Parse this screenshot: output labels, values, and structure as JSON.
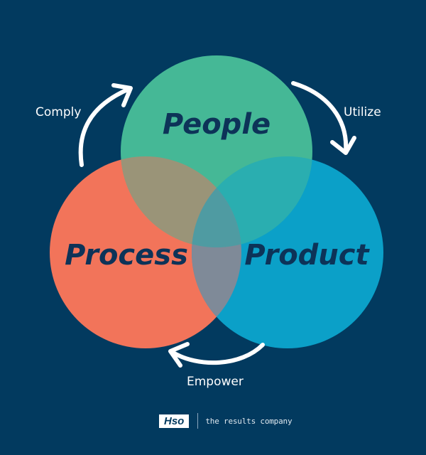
{
  "circles": {
    "people": {
      "label": "People",
      "color": "#45b896"
    },
    "process": {
      "label": "Process",
      "color": "#f2745a"
    },
    "product": {
      "label": "Product",
      "color": "#0ba0c8"
    }
  },
  "arrows": {
    "comply": "Comply",
    "utilize": "Utilize",
    "empower": "Empower"
  },
  "logo": {
    "mark": "Hso",
    "tagline": "the results company"
  },
  "colors": {
    "background": "#023a5f",
    "label_text": "#0d3358"
  }
}
